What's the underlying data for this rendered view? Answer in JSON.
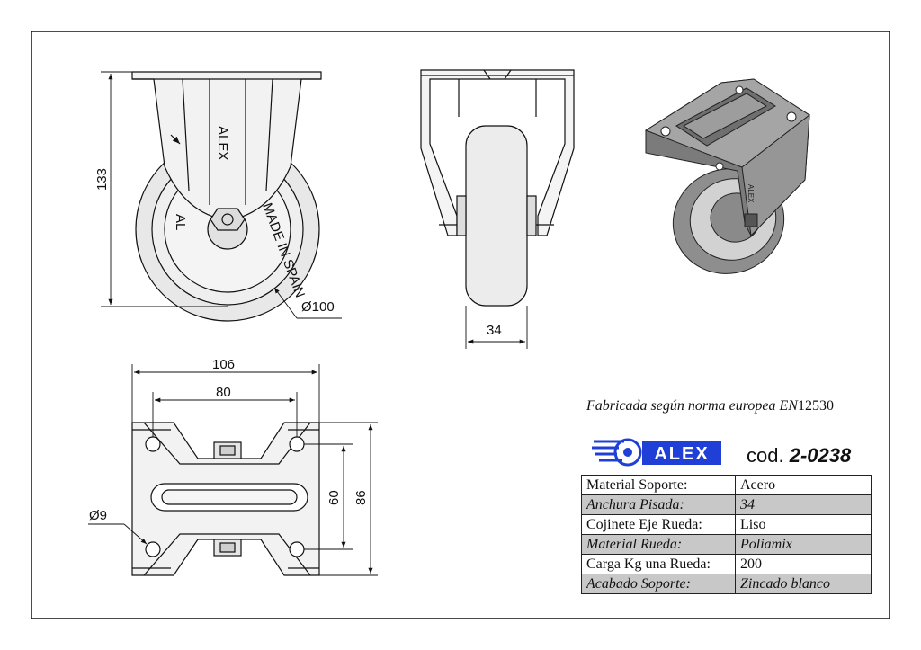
{
  "views": {
    "side": {
      "height_label": "133",
      "diameter_label": "Ø100",
      "brand_mark": "ALEX",
      "wheel_text": "MADE IN SPAIN"
    },
    "front": {
      "width_label": "34"
    },
    "top": {
      "width_label": "106",
      "hole_spacing_label": "80",
      "inner_height_label": "60",
      "outer_height_label": "86",
      "hole_label": "Ø9"
    }
  },
  "title_block": {
    "norma_text": "Fabricada según norma europea EN",
    "norma_number": "12530",
    "logo_text": "ALEX",
    "code_prefix": "cod.",
    "code": "2-0238",
    "specs": [
      {
        "label": "Material Soporte:",
        "value": "Acero"
      },
      {
        "label": "Anchura Pisada:",
        "value": "34"
      },
      {
        "label": "Cojinete Eje Rueda:",
        "value": "Liso"
      },
      {
        "label": "Material Rueda:",
        "value": "Poliamix"
      },
      {
        "label": "Carga Kg una Rueda:",
        "value": "200"
      },
      {
        "label": "Acabado Soporte:",
        "value": "Zincado blanco"
      }
    ]
  },
  "colors": {
    "line": "#111111",
    "wheel_fill": "#e6e6e6",
    "logo_blue": "#1f3fd6",
    "render_gray": "#9a9a9a",
    "alt_row": "#c8c8c8"
  }
}
